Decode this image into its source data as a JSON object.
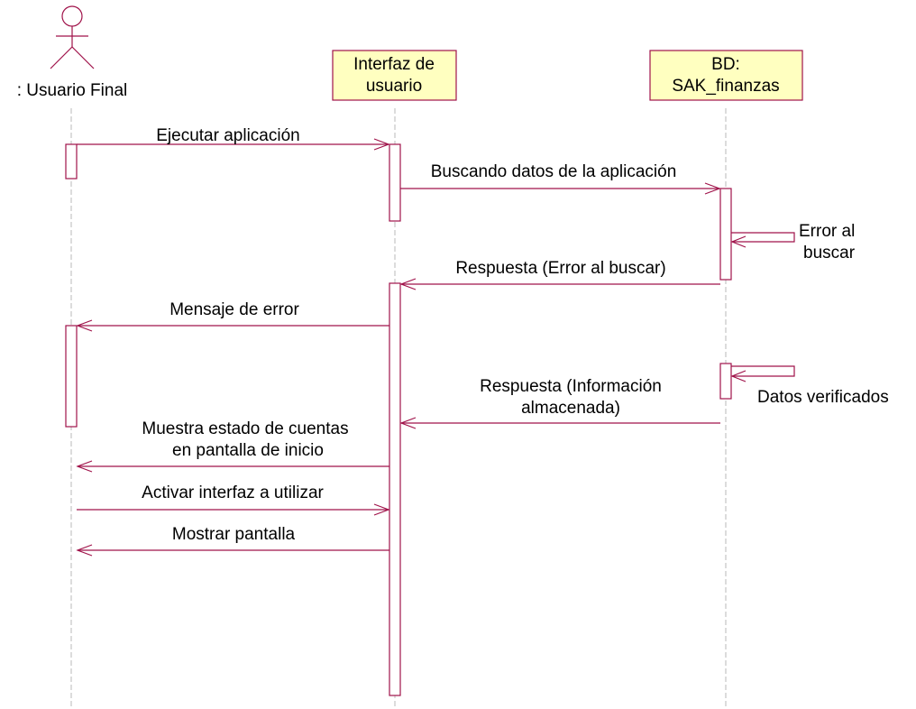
{
  "actor": {
    "name": ": Usuario Final"
  },
  "objects": {
    "interfaz": {
      "line1": "Interfaz de",
      "line2": "usuario"
    },
    "bd": {
      "line1": "BD:",
      "line2": "SAK_finanzas"
    }
  },
  "messages": {
    "m1": "Ejecutar aplicación",
    "m2": "Buscando datos de la aplicación",
    "m3_line1": "Error al",
    "m3_line2": "buscar",
    "m4": "Respuesta (Error al buscar)",
    "m5": "Mensaje de error",
    "m6": "Datos verificados",
    "m7_line1": "Respuesta (Información",
    "m7_line2": "almacenada)",
    "m8_line1": "Muestra estado de cuentas",
    "m8_line2": "en pantalla de inicio",
    "m9": "Activar interfaz a utilizar",
    "m10": "Mostrar pantalla"
  }
}
